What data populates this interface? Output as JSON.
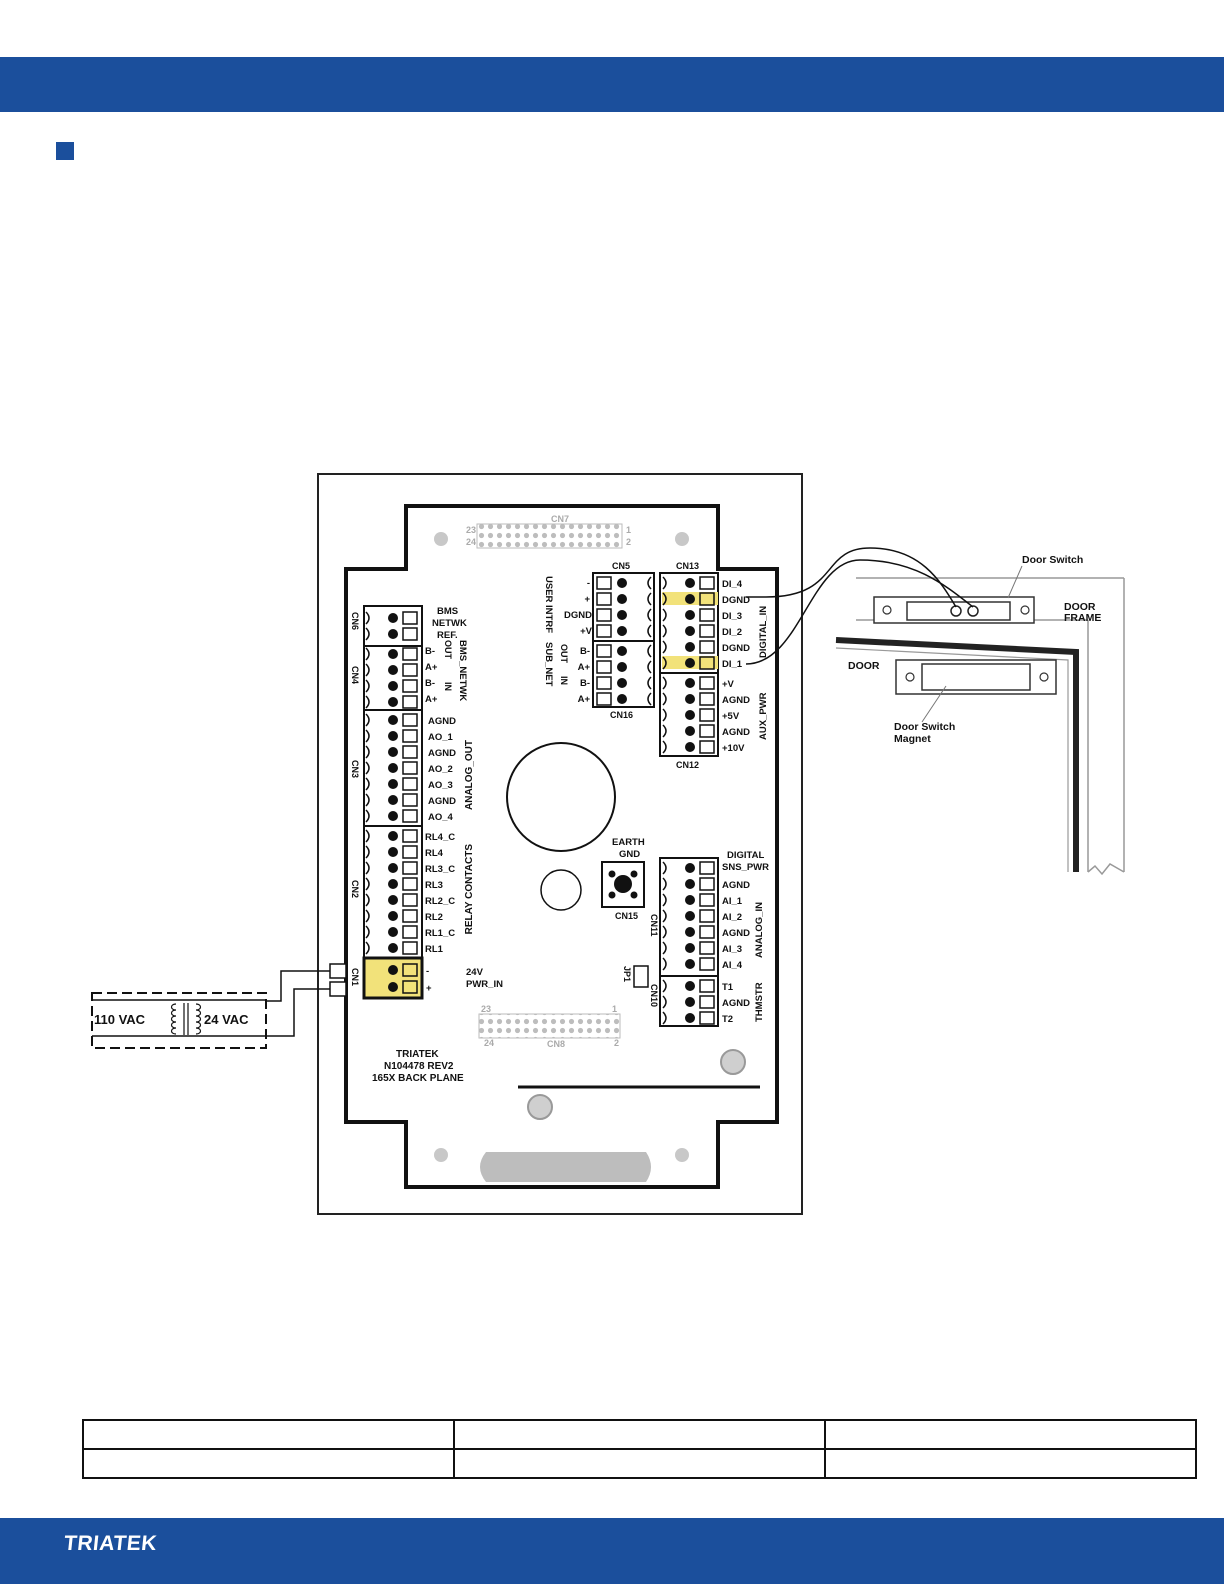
{
  "header": {
    "color": "#1b4f9c"
  },
  "diagram": {
    "cn7": "CN7",
    "cn8": "CN8",
    "cn5": "CN5",
    "cn16": "CN16",
    "cn13": "CN13",
    "cn12": "CN12",
    "cn6": "CN6",
    "cn4": "CN4",
    "cn3": "CN3",
    "cn2": "CN2",
    "cn1": "CN1",
    "cn15": "CN15",
    "cn11": "CN11",
    "cn10": "CN10",
    "jp1": "JP1",
    "pin23": "23",
    "pin24": "24",
    "pin1": "1",
    "pin2": "2",
    "bms_lines": [
      "BMS",
      "NETWK",
      "REF."
    ],
    "bms_netwk": "BMS_NETWK",
    "out": "OUT",
    "in": "IN",
    "cn4_pins": [
      "B-",
      "A+",
      "B-",
      "A+"
    ],
    "cn3_pins": [
      "AGND",
      "AO_1",
      "AGND",
      "AO_2",
      "AO_3",
      "AGND",
      "AO_4"
    ],
    "analog_out": "ANALOG_OUT",
    "cn2_pins": [
      "RL4_C",
      "RL4",
      "RL3_C",
      "RL3",
      "RL2_C",
      "RL2",
      "RL1_C",
      "RL1"
    ],
    "relay_contacts": "RELAY CONTACTS",
    "cn1_pins": [
      "-",
      "+"
    ],
    "pwr_lines": [
      "24V",
      "PWR_IN"
    ],
    "user_intrf": "USER INTRF",
    "sub_net": "SUB_NET",
    "cn5_pins": [
      "-",
      "+",
      "DGND",
      "+V"
    ],
    "cn16_pins": [
      "B-",
      "A+",
      "B-",
      "A+"
    ],
    "cn13_pins": [
      "DI_4",
      "DGND",
      "DI_3",
      "DI_2",
      "DGND",
      "DI_1"
    ],
    "digital_in": "DIGITAL_IN",
    "cn12_pins": [
      "+V",
      "AGND",
      "+5V",
      "AGND",
      "+10V"
    ],
    "aux_pwr": "AUX_PWR",
    "earth_lines": [
      "EARTH",
      "GND"
    ],
    "digital_lines": [
      "DIGITAL",
      "SNS_PWR"
    ],
    "cn11_pins": [
      "AGND",
      "AI_1",
      "AI_2",
      "AGND",
      "AI_3",
      "AI_4"
    ],
    "analog_in": "ANALOG_IN",
    "cn10_pins": [
      "T1",
      "AGND",
      "T2"
    ],
    "thmstr": "THMSTR",
    "board_lines": [
      "TRIATEK",
      "N104478 REV2",
      "165X BACK PLANE"
    ],
    "vac110": "110 VAC",
    "vac24": "24 VAC",
    "door_switch": "Door Switch",
    "door_frame_lines": [
      "DOOR",
      "FRAME"
    ],
    "door": "DOOR",
    "magnet_lines": [
      "Door Switch",
      "Magnet"
    ]
  },
  "footer": {
    "logo": "TRIATEK",
    "color": "#1b4f9c"
  }
}
